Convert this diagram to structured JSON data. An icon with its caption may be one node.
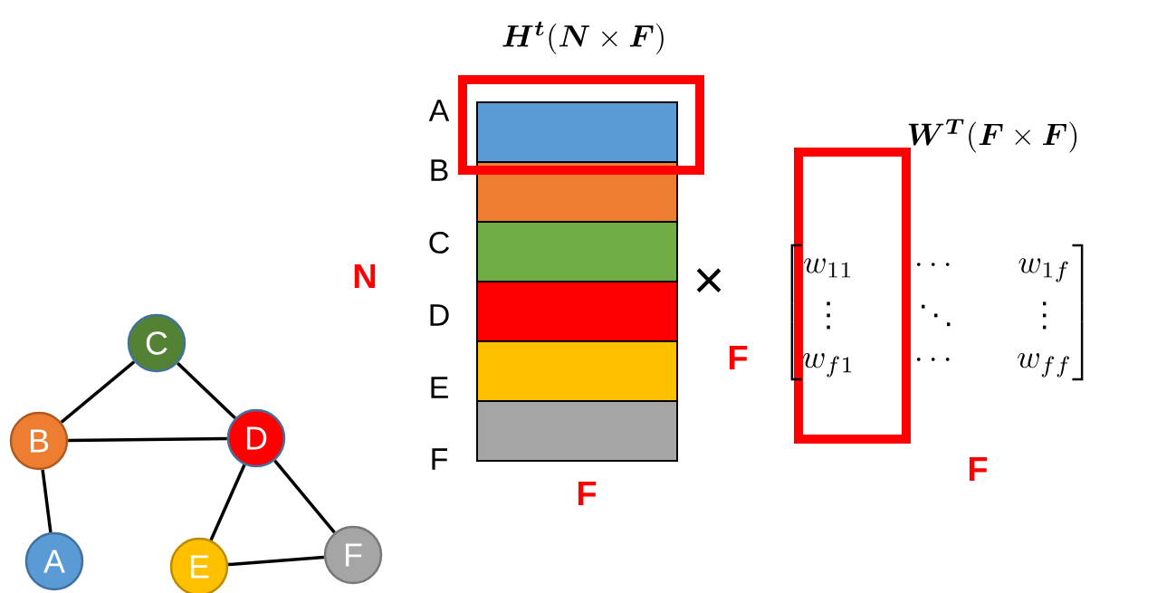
{
  "diagram": {
    "nodes": [
      {
        "text": [
          "A"
        ]
      },
      {
        "text": [
          "B"
        ]
      },
      {
        "text": [
          "C"
        ]
      },
      {
        "text": [
          "D"
        ]
      },
      {
        "text": [
          "E"
        ]
      },
      {
        "text": [
          "F"
        ]
      }
    ],
    "edges": [
      {
        "from": 1,
        "to": 2,
        "arrow": "none"
      },
      {
        "from": 2,
        "to": 3,
        "arrow": "none"
      },
      {
        "from": 1,
        "to": 3,
        "arrow": "none"
      },
      {
        "from": 1,
        "to": 0,
        "arrow": "none"
      },
      {
        "from": 3,
        "to": 4,
        "arrow": "none"
      },
      {
        "from": 3,
        "to": 5,
        "arrow": "none"
      },
      {
        "from": 4,
        "to": 5,
        "arrow": "none"
      }
    ],
    "labels": [
      "\\bm{H}^{\\bm{t}}(\\bm{N}\\times\\bm{F})",
      "A",
      "\\bm{W}^{\\bm{T}}(\\bm{F}\\times\\bm{F})",
      "B",
      "C",
      "N",
      "×",
      "D",
      "\\begin{bmatrix} w_{11} & \\cdots & w_{1f}\\\\ \\vdots & \\ddots & \\vdots\\\\ w_{f1} & \\cdots & w_{ff}\\end{bmatrix}",
      "F",
      "E",
      "F",
      "F",
      "F"
    ]
  }
}
